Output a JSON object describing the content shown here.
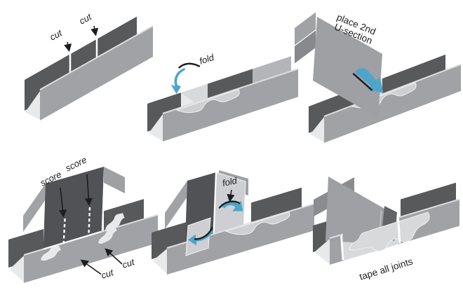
{
  "palette": {
    "dark_wall": "#58595B",
    "mid_wall": "#A0A2A5",
    "light_wall": "#B3B5B8",
    "interior": "#D8D9DB",
    "end_cap": "#E8E9EA",
    "flap": "#CDCFD2",
    "arrow_blue": "#4FA5C9",
    "ink": "#1D1D1F",
    "score_dash": "#FFFFFF"
  },
  "panels": {
    "step1": {
      "labels": {
        "cut_left": "cut",
        "cut_right": "cut"
      }
    },
    "step2": {
      "labels": {
        "fold": "fold"
      }
    },
    "step3": {
      "labels": {
        "line1": "place 2nd",
        "line2": "U-section"
      }
    },
    "step4": {
      "labels": {
        "score_left": "score",
        "score_right": "score",
        "cut_lower": "cut",
        "cut_upper": "cut"
      }
    },
    "step5": {
      "labels": {
        "fold": "fold"
      }
    },
    "step6": {
      "labels": {
        "tape": "tape all joints"
      }
    }
  }
}
